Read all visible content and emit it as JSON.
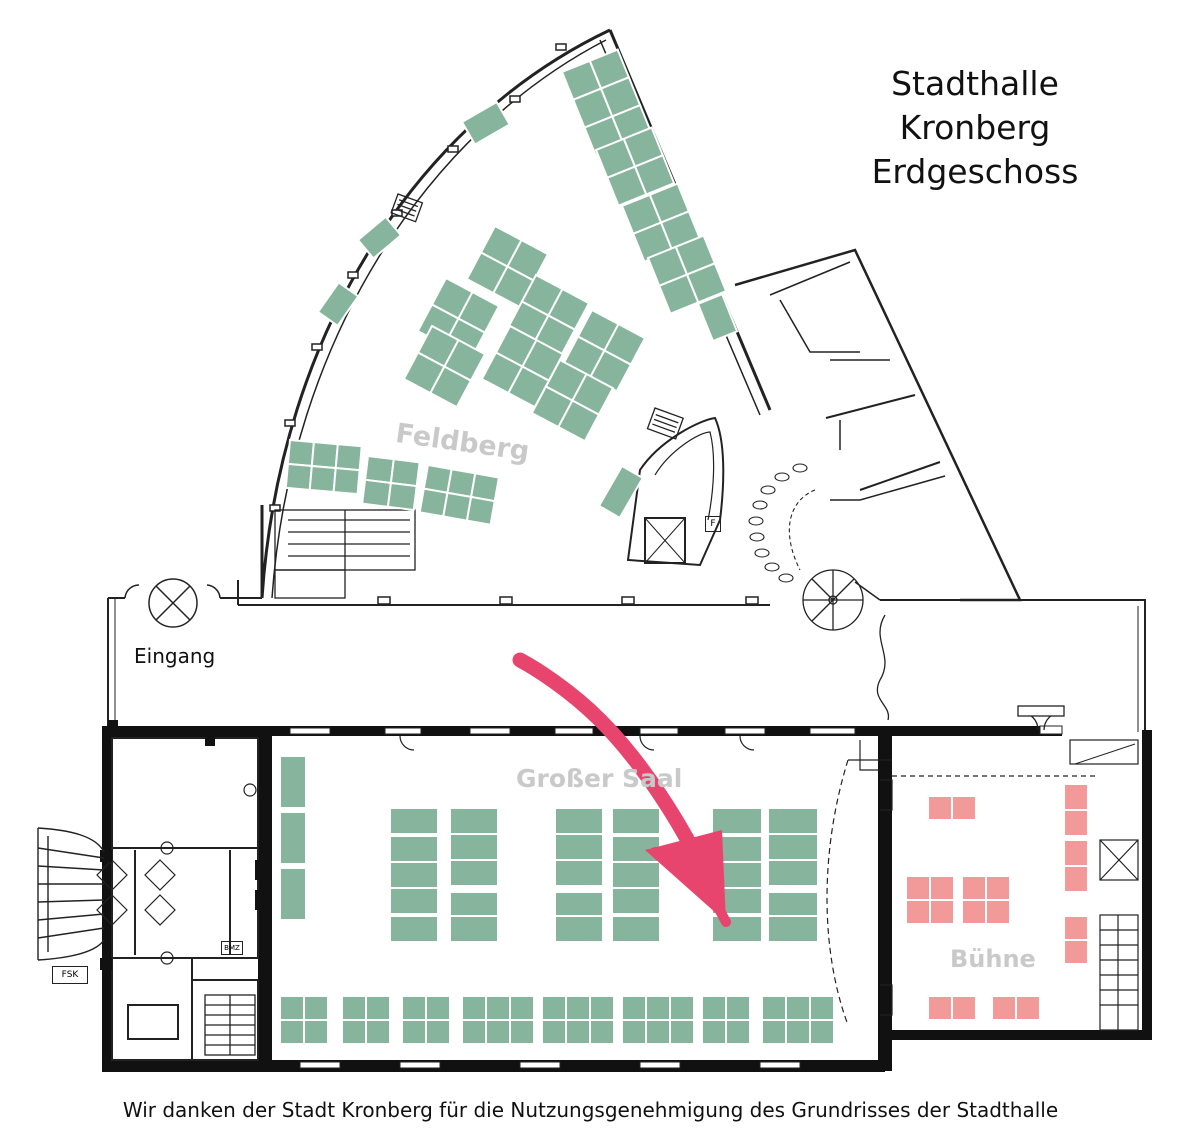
{
  "title": {
    "line1": "Stadthalle",
    "line2": "Kronberg",
    "line3": "Erdgeschoss"
  },
  "rooms": {
    "feldberg": "Feldberg",
    "grosser_saal": "Großer Saal",
    "buehne": "Bühne",
    "eingang": "Eingang"
  },
  "markers": {
    "fsk": "FSK",
    "bmz": "BMZ",
    "f": "F"
  },
  "credit": "Wir danken der Stadt Kronberg für die Nutzungsgenehmigung des Grundrisses der Stadthalle",
  "colors": {
    "table_fill": "#86b49c",
    "stage_table_fill": "#f29a9a",
    "wall": "#111111",
    "arrow": "#e8456e",
    "room_label": "#c9c9c9"
  },
  "icons": [
    "arrow-icon",
    "stairs-icon",
    "spiral-stair-icon",
    "door-icon"
  ]
}
